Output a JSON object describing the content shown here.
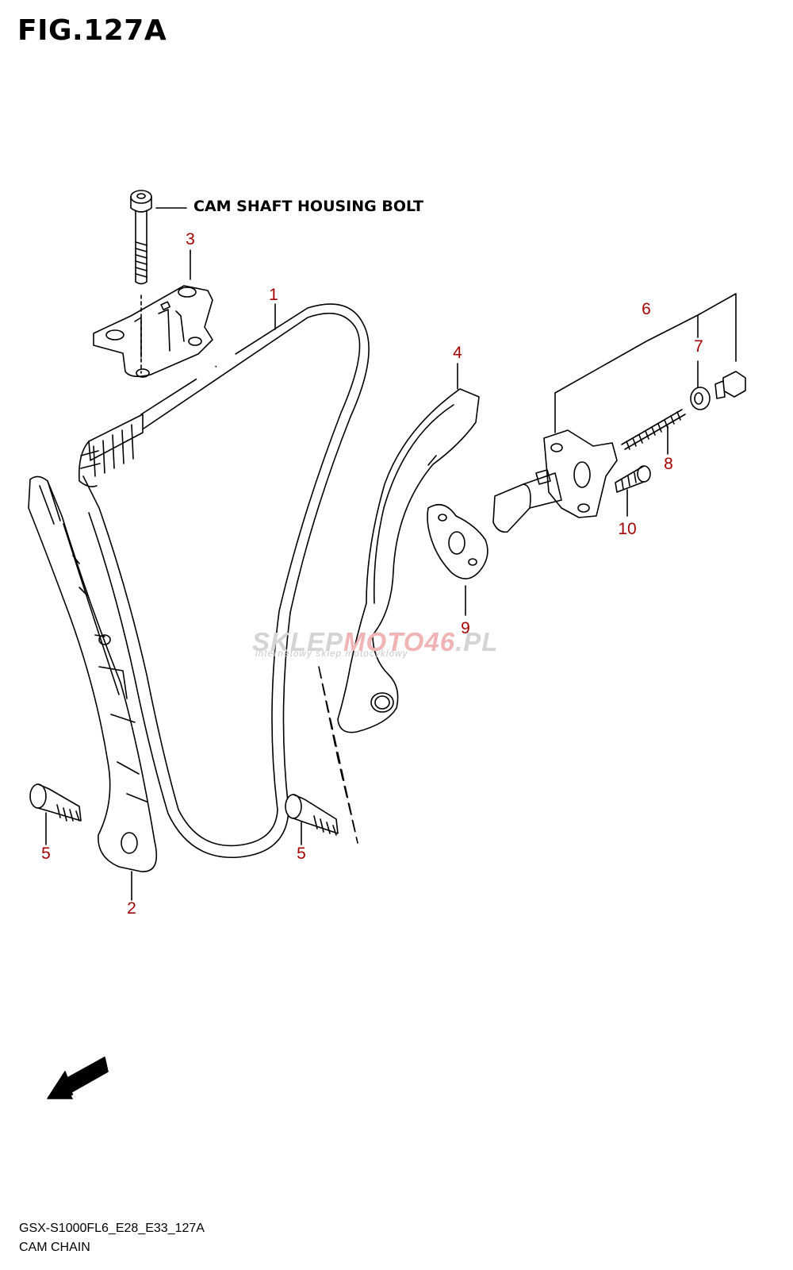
{
  "figure": {
    "title": "FIG.127A",
    "bolt_label": "CAM SHAFT HOUSING BOLT",
    "fwd_label": "FWD",
    "footer_code": "GSX-S1000FL6_E28_E33_127A",
    "footer_name": "CAM CHAIN"
  },
  "watermark": {
    "main_a": "SKLEP",
    "main_b": "MOTO46",
    "main_c": ".PL",
    "sub": "internetowy sklep motocyklowy"
  },
  "callouts": [
    "1",
    "2",
    "3",
    "4",
    "5",
    "5",
    "6",
    "7",
    "8",
    "9",
    "10"
  ],
  "colors": {
    "callout": "#a40000",
    "line": "#000000",
    "background": "#ffffff"
  },
  "icons": [
    "bolt-icon",
    "cam-chain-icon",
    "chain-guide-icon",
    "tensioner-icon",
    "gasket-icon",
    "fwd-arrow-icon"
  ]
}
